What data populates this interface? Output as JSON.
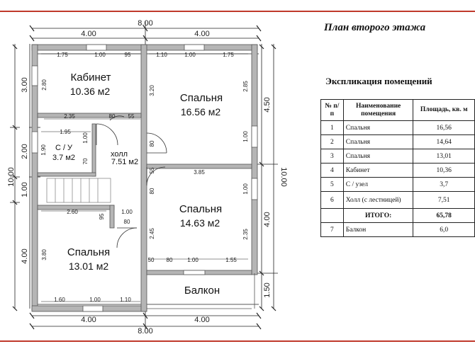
{
  "title": "План второго этажа",
  "explication": {
    "title": "Экспликация помещений",
    "headers": {
      "num": "№ п/п",
      "name": "Наименование помещения",
      "area": "Площадь, кв. м"
    },
    "rows": [
      {
        "num": "1",
        "name": "Спальня",
        "area": "16,56"
      },
      {
        "num": "2",
        "name": "Спальня",
        "area": "14,64"
      },
      {
        "num": "3",
        "name": "Спальня",
        "area": "13,01"
      },
      {
        "num": "4",
        "name": "Кабинет",
        "area": "10,36"
      },
      {
        "num": "5",
        "name": "С / узел",
        "area": "3,7"
      },
      {
        "num": "6",
        "name": "Холл (с лестницей)",
        "area": "7,51"
      }
    ],
    "total": {
      "num": "",
      "name": "ИТОГО:",
      "area": "65,78"
    },
    "balcony": {
      "num": "7",
      "name": "Балкон",
      "area": "6,0"
    }
  },
  "rooms": {
    "kabinet": {
      "name": "Кабинет",
      "area": "10.36 м2"
    },
    "bedroom_ne": {
      "name": "Спальня",
      "area": "16.56 м2"
    },
    "su": {
      "name": "С / У",
      "area": "3.7 м2"
    },
    "hall": {
      "name": "холл",
      "area": "7.51 м2"
    },
    "bedroom_e": {
      "name": "Спальня",
      "area": "14.63 м2"
    },
    "bedroom_sw": {
      "name": "Спальня",
      "area": "13.01 м2"
    },
    "balcony": {
      "name": "Балкон"
    }
  },
  "dimensions": {
    "overall_width": "8.00",
    "half_width": "4.00",
    "overall_height": "10.00",
    "top_left_segments": [
      "1.75",
      "1.00",
      "95"
    ],
    "top_right_segments": [
      "1.10",
      "1.00",
      "1.75"
    ],
    "left_outer": [
      "3.00",
      "2.00",
      "1.00",
      "4.00"
    ],
    "right_outer": [
      "4.50",
      "4.00",
      "1.50"
    ],
    "bottom_left_segments": [
      "1.60",
      "1.00",
      "1.10"
    ],
    "kabinet_height": "2.80",
    "kabinet_bottom": [
      "2.35",
      "80",
      "55"
    ],
    "su_width": "1.95",
    "su_height": "1.90",
    "su_door": "1.00",
    "su_small": "70",
    "bed1_height_left": "3.20",
    "bed1_height_right": "2.85",
    "bed1_right_window": "1.00",
    "hall_door_top": "80",
    "hall_mid": "55",
    "hall_door_bottom": "80",
    "bed2_width": "3.85",
    "bed2_right_window": "1.00",
    "bed2_left": "2.45",
    "bed2_right": "2.35",
    "bed2_bottom": [
      "50",
      "80",
      "1.00",
      "1.55"
    ],
    "bed3_width": "2.60",
    "bed3_height": "3.80",
    "bed3_window_v": "95",
    "bed3_door_top": "1.00",
    "bed3_door": "80"
  }
}
